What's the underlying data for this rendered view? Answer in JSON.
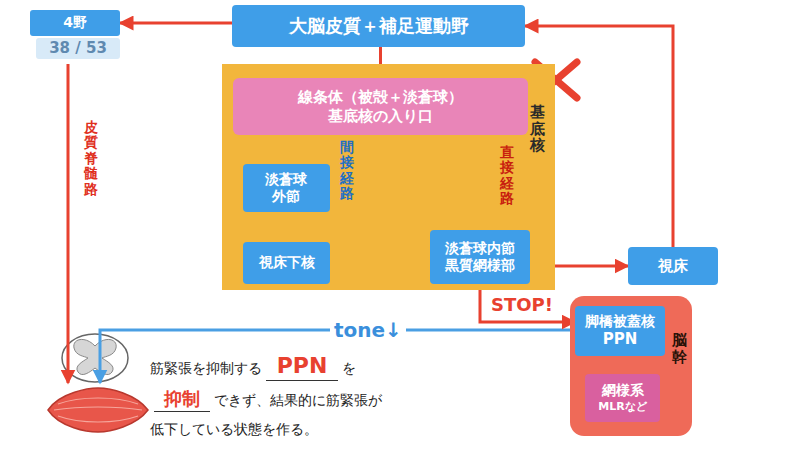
{
  "diagram": {
    "nodes": [
      {
        "text": [
          "4野"
        ]
      },
      {
        "text": [
          "大脳皮質＋補足運動野"
        ]
      },
      {
        "text": [
          "基底核"
        ]
      },
      {
        "text": [
          "線条体（被殻＋淡蒼球）",
          "基底核の入り口"
        ],
        "in": 2
      },
      {
        "text": [
          "淡蒼球 外節"
        ],
        "in": 2
      },
      {
        "text": [
          "視床下核"
        ],
        "in": 2
      },
      {
        "text": [
          "淡蒼球内節 黒質網様部"
        ],
        "in": 2
      },
      {
        "text": [
          "視床"
        ]
      },
      {
        "text": [
          "脳幹"
        ]
      },
      {
        "text": [
          "脚橋被蓋核",
          "PPN"
        ],
        "in": 8
      },
      {
        "text": [
          "網様系",
          "MLRなど"
        ],
        "in": 8
      }
    ],
    "edges": [
      {
        "from": 1,
        "to": 0,
        "arrow": "to"
      },
      {
        "from": 1,
        "to": 3,
        "arrow": "to"
      },
      {
        "from": 3,
        "to": 4,
        "arrow": "to"
      },
      {
        "from": 3,
        "to": 6,
        "arrow": "to"
      },
      {
        "from": 4,
        "to": 5,
        "arrow": "to"
      },
      {
        "from": 5,
        "to": 6,
        "arrow": "to"
      },
      {
        "from": 6,
        "to": 7,
        "arrow": "to"
      },
      {
        "from": 7,
        "to": 1,
        "arrow": "to"
      },
      {
        "from": 6,
        "to": 9,
        "label": "STOP!",
        "arrow": "to"
      },
      {
        "from": 9,
        "to": 10,
        "arrow": "to"
      }
    ],
    "labels": [
      "38 / 53",
      "皮質脊髄路",
      "間接経路",
      "直接経路",
      "tone↓",
      "筋緊張を抑制する",
      "PPN",
      "を",
      "抑制",
      "できず、結果的に筋緊張が",
      "低下している状態を作る。"
    ]
  }
}
